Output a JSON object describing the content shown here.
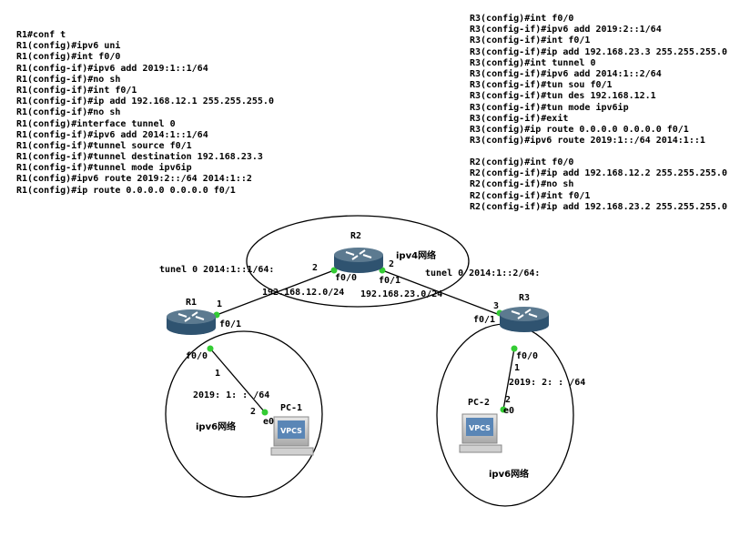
{
  "r1_config": [
    "R1#conf t",
    "R1(config)#ipv6 uni",
    "R1(config)#int f0/0",
    "R1(config-if)#ipv6 add 2019:1::1/64",
    "R1(config-if)#no sh",
    "R1(config-if)#int f0/1",
    "R1(config-if)#ip add 192.168.12.1 255.255.255.0",
    "R1(config-if)#no sh",
    "R1(config)#interface tunnel 0",
    "R1(config-if)#ipv6 add 2014:1::1/64",
    "R1(config-if)#tunnel source f0/1",
    "R1(config-if)#tunnel destination 192.168.23.3",
    "R1(config-if)#tunnel mode ipv6ip",
    "R1(config)#ipv6 route 2019:2::/64 2014:1::2",
    "R1(config)#ip route 0.0.0.0 0.0.0.0 f0/1"
  ],
  "r3_config": [
    "R3(config)#int f0/0",
    "R3(config-if)#ipv6 add 2019:2::1/64",
    "R3(config-if)#int f0/1",
    "R3(config-if)#ip add 192.168.23.3 255.255.255.0",
    "R3(config)#int tunnel 0",
    "R3(config-if)#ipv6 add 2014:1::2/64",
    "R3(config-if)#tun sou f0/1",
    "R3(config-if)#tun des 192.168.12.1",
    "R3(config-if)#tun mode ipv6ip",
    "R3(config-if)#exit",
    "R3(config)#ip route 0.0.0.0 0.0.0.0 f0/1",
    "R3(config)#ipv6 route 2019:1::/64 2014:1::1"
  ],
  "r2_config": [
    "R2(config)#int f0/0",
    "R2(config-if)#ip add 192.168.12.2 255.255.255.0",
    "R2(config-if)#no sh",
    "R2(config-if)#int f0/1",
    "R2(config-if)#ip add 192.168.23.2 255.255.255.0"
  ],
  "topology": {
    "r2": {
      "name": "R2",
      "cloud": "ipv4网络",
      "p_left": "2",
      "p_right": "2",
      "if_left": "f0/0",
      "if_right": "f0/1",
      "net_left": "192.168.12.0/24",
      "net_right": "192.168.23.0/24"
    },
    "r1": {
      "name": "R1",
      "p_up": "1",
      "if_up": "f0/1",
      "if_down": "f0/0",
      "p_down": "1",
      "tunnel": "tunel 0 2014:1::1/64:",
      "net": "2019: 1: : /64"
    },
    "r3": {
      "name": "R3",
      "p_up": "3",
      "if_up": "f0/1",
      "if_down": "f0/0",
      "p_down": "1",
      "tunnel": "tunel 0 2014:1::2/64:",
      "net": "2019: 2: : /64"
    },
    "pc1": {
      "name": "PC-1",
      "port": "2",
      "if": "e0",
      "cloud": "ipv6网络",
      "badge": "VPCS"
    },
    "pc2": {
      "name": "PC-2",
      "port": "2",
      "if": "e0",
      "cloud": "ipv6网络",
      "badge": "VPCS"
    }
  },
  "colors": {
    "router_top": "#5c7a90",
    "router_body": "#2f5370",
    "link_dot": "#33cc33",
    "pc_screen": "#5a86b6"
  }
}
